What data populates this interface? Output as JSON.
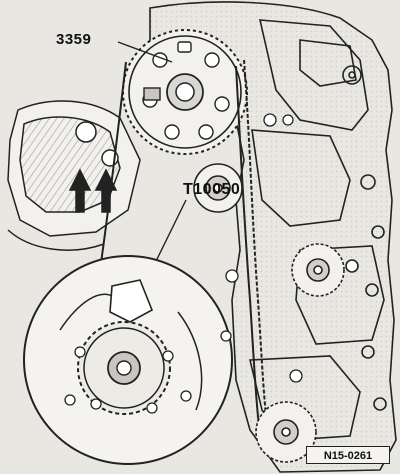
{
  "callouts": {
    "tool_3359": "3359",
    "tool_t10050": "T10050"
  },
  "figure_code": "N15-0261",
  "colors": {
    "ink": "#222222",
    "paper": "#e9e7e2",
    "shade": "#8f8d88"
  }
}
